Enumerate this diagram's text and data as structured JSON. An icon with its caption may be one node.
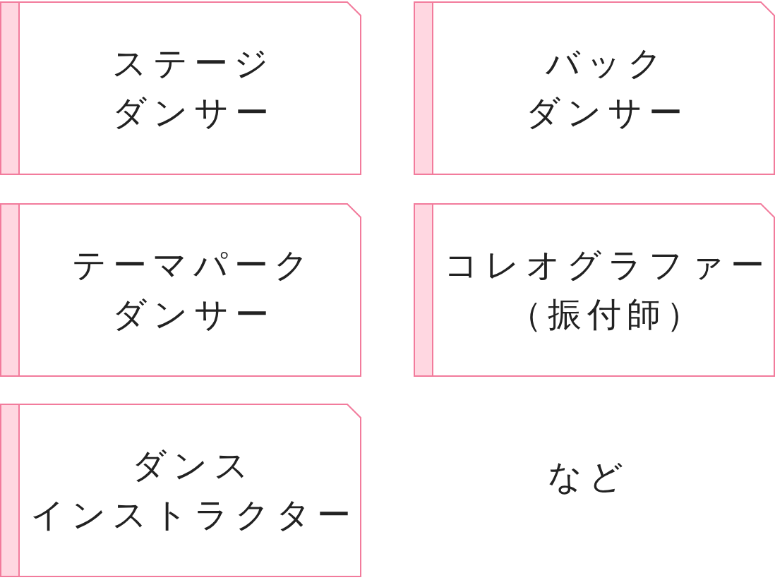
{
  "diagram": {
    "nodes": [
      {
        "text": [
          "ステージダンサー"
        ]
      },
      {
        "text": [
          "バックダンサー"
        ]
      },
      {
        "text": [
          "テーマパークダンサー"
        ]
      },
      {
        "text": [
          "コレオグラファー（振付師）"
        ]
      },
      {
        "text": [
          "ダンスインストラクター"
        ]
      }
    ],
    "labels": [
      "など"
    ]
  }
}
